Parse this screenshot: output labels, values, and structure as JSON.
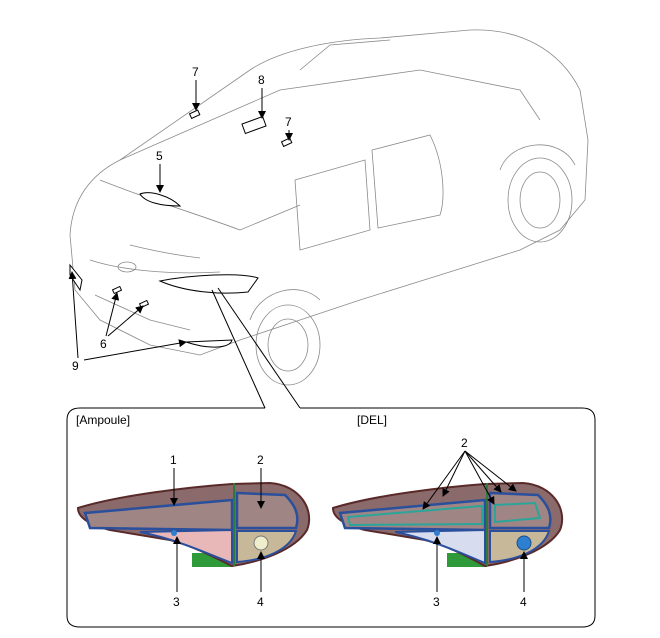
{
  "callouts": {
    "top": [
      {
        "id": "7a",
        "text": "7"
      },
      {
        "id": "8",
        "text": "8"
      },
      {
        "id": "7b",
        "text": "7"
      },
      {
        "id": "5",
        "text": "5"
      },
      {
        "id": "6",
        "text": "6"
      },
      {
        "id": "9",
        "text": "9"
      }
    ]
  },
  "detail_panel": {
    "bulb": {
      "title": "[Ampoule]",
      "labels": [
        "1",
        "2",
        "3",
        "4"
      ]
    },
    "led": {
      "title": "[DEL]",
      "labels": [
        "2",
        "3",
        "4"
      ]
    }
  },
  "colors": {
    "lamp_body": "#8a6a6a",
    "lamp_frame": "#2a4f9c",
    "led_strip": "#2aa59a",
    "bracket": "#2e9a3a",
    "bulb_socket_blue": "#2f7fd0"
  }
}
